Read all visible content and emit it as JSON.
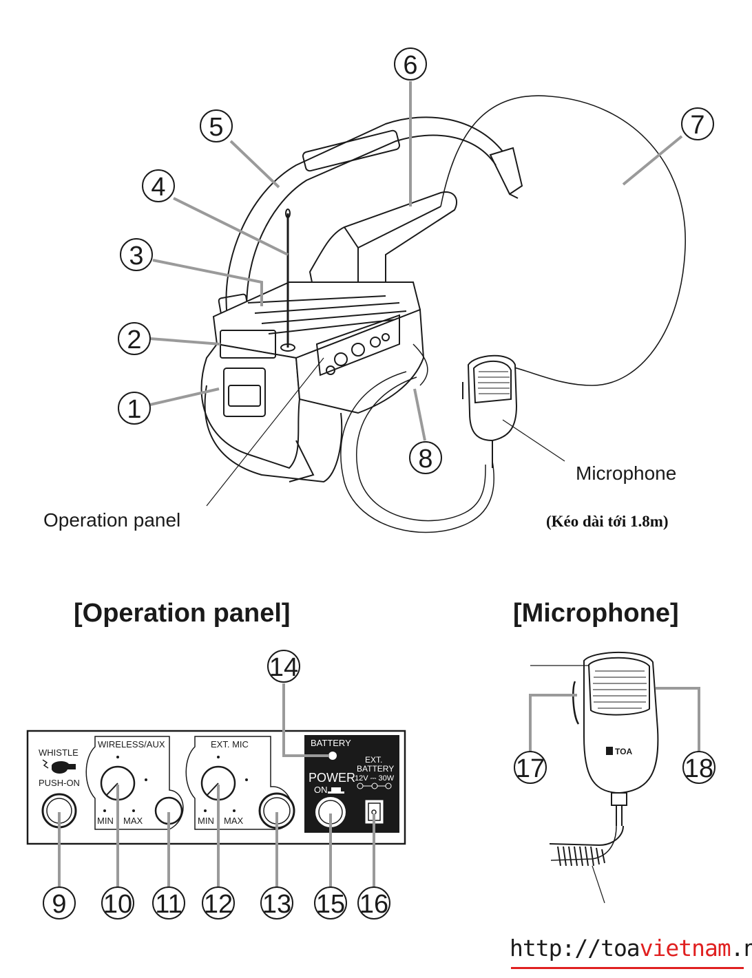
{
  "callouts": {
    "c1": "1",
    "c2": "2",
    "c3": "3",
    "c4": "4",
    "c5": "5",
    "c6": "6",
    "c7": "7",
    "c8": "8",
    "c9": "9",
    "c10": "10",
    "c11": "11",
    "c12": "12",
    "c13": "13",
    "c14": "14",
    "c15": "15",
    "c16": "16",
    "c17": "17",
    "c18": "18"
  },
  "labels": {
    "operation_panel": "Operation panel",
    "microphone": "Microphone",
    "extension_note": "(Kéo dài tới 1.8m)"
  },
  "headings": {
    "operation_panel": "[Operation panel]",
    "microphone": "[Microphone]"
  },
  "panel": {
    "whistle": "WHISTLE",
    "push_on": "PUSH-ON",
    "wireless_aux": "WIRELESS/AUX",
    "ext_mic": "EXT. MIC",
    "min": "MIN",
    "max": "MAX",
    "battery": "BATTERY",
    "power": "POWER",
    "on": "ON",
    "ext_battery_1": "EXT.",
    "ext_battery_2": "BATTERY",
    "ext_battery_3": "12V ⎓ 30W"
  },
  "mic_brand": "TOA",
  "website": {
    "prefix": "http://toa",
    "highlight": "vietnam",
    "suffix": ".net"
  },
  "colors": {
    "leader_gray": "#9a9a9a",
    "accent_red": "#e02020"
  }
}
